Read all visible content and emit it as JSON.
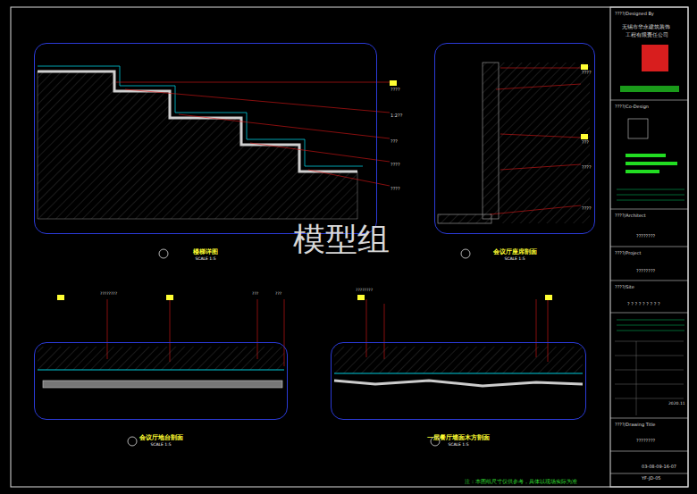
{
  "diagram": {
    "nodes": [
      {
        "text": [
          "楼梯详图",
          "SCALE 1:5"
        ]
      },
      {
        "text": [
          "会议厅座席剖面",
          "SCALE 1:5"
        ]
      },
      {
        "text": [
          "会议厅地台剖面",
          "SCALE 1:5"
        ]
      },
      {
        "text": [
          "一层餐厅墙面木方剖面",
          "SCALE 1:5"
        ]
      }
    ],
    "labels": [
      "模型组",
      "????/Designed By",
      "无锡市华永建筑装饰",
      "工程有限责任公司",
      "????/Co-Design",
      "????/Architect",
      "????????",
      "????/Project",
      "????????",
      "????/Site",
      "? ? ? ? ? ? ? ? ?",
      "????/Drawing Title",
      "????????",
      "2020.11",
      "03-08-09-16-07",
      "YF-JD-05",
      "????",
      "1:2??",
      "???",
      "????",
      "????",
      "????",
      "???",
      "????",
      "????",
      "????????",
      "???",
      "???",
      "????????",
      "注：本图纸尺寸仅供参考，具体以现场实际为准"
    ]
  }
}
